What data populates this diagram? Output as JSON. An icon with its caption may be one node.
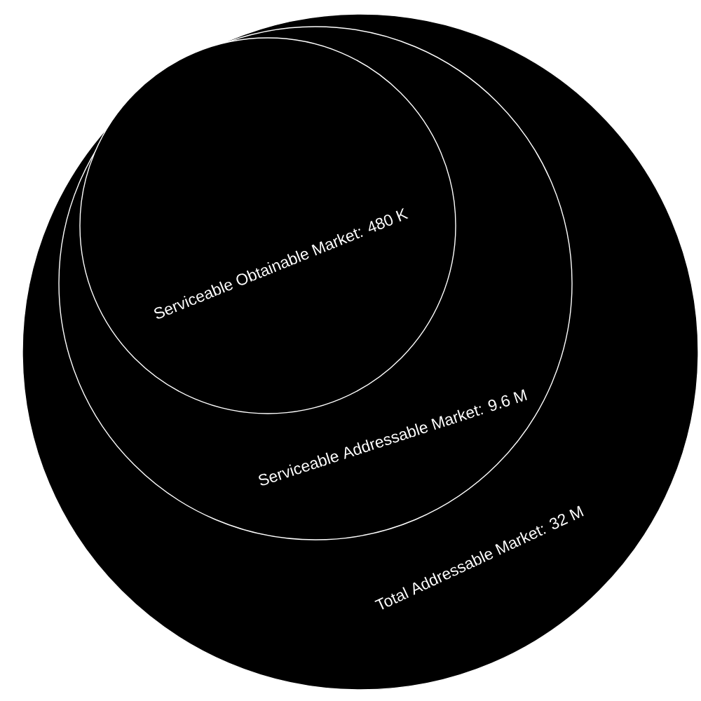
{
  "diagram": {
    "nodes": [
      {
        "text": [
          "Total Addressable Market: 32 M"
        ]
      },
      {
        "text": [
          "Serviceable Addressable Market: 9.6 M"
        ],
        "in": 0
      },
      {
        "text": [
          "Serviceable Obtainable Market: 480 K"
        ],
        "in": 1
      }
    ]
  }
}
